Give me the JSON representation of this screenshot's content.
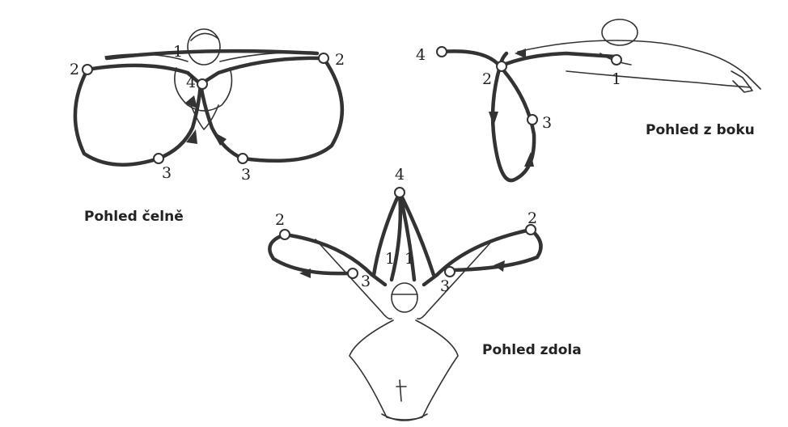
{
  "captions": {
    "front": "Pohled čelně",
    "side": "Pohled z boku",
    "below": "Pohled zdola"
  },
  "point_labels": {
    "one": "1",
    "two": "2",
    "three": "3",
    "four": "4"
  },
  "colors": {
    "ink": "#333333",
    "background": "#ffffff"
  }
}
